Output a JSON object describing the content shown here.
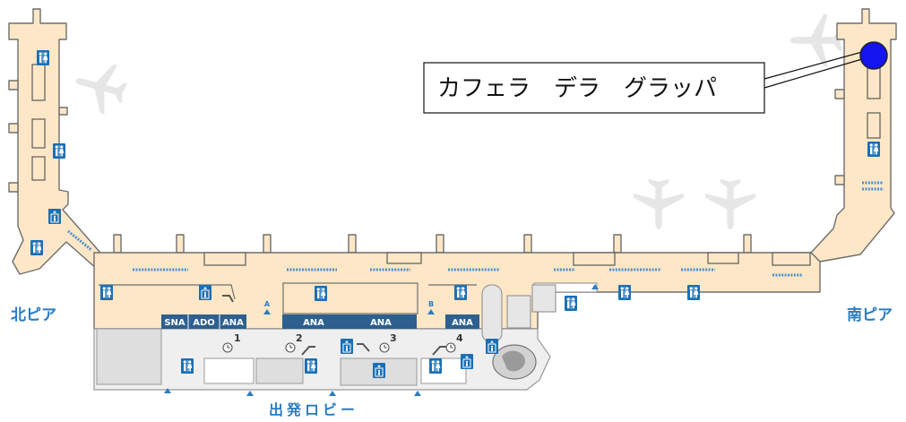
{
  "callout": {
    "label": "カフェラ　デラ　グラッパ"
  },
  "piers": {
    "north": "北ピア",
    "south": "南ピア"
  },
  "lobby": {
    "label": "出発ロビー"
  },
  "counters": [
    {
      "label": "SNA"
    },
    {
      "label": "ADO"
    },
    {
      "label": "ANA"
    },
    {
      "label": "ANA"
    },
    {
      "label": "ANA"
    },
    {
      "label": "ANA"
    }
  ],
  "zones": [
    {
      "label": "A"
    },
    {
      "label": "B"
    }
  ],
  "clocks": [
    {
      "label": "1"
    },
    {
      "label": "2"
    },
    {
      "label": "3"
    },
    {
      "label": "4"
    }
  ],
  "icons": {
    "restroom": "restroom-icon",
    "elevator": "elevator-icon",
    "clock": "clock-icon",
    "escalator": "escalator-icon",
    "airplane": "airplane-icon",
    "marker": "location-marker"
  },
  "colors": {
    "floor": "#fde7c6",
    "outline": "#6e6e6e",
    "icon": "#1a6fb5",
    "counter": "#2d5f8f",
    "label": "#2b7cc0",
    "marker": "#1414ee",
    "lobby": "#efefef",
    "plane": "#e6e6e6",
    "seat": "#4a90d0"
  }
}
